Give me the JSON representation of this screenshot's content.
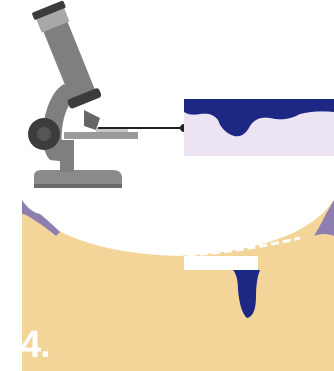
{
  "step": {
    "number": "4."
  },
  "colors": {
    "background": "#ffffff",
    "microscope_gray": "#7f7f7f",
    "microscope_dark": "#3c3c3c",
    "microscope_light": "#a8a8a8",
    "tissue": "#f3d59a",
    "membrane": "#ece3f3",
    "sample_blue": "#1d2784",
    "edge_purple": "#8f7fb0",
    "pointer_line": "#222222"
  },
  "icons": [
    "microscope-icon",
    "magnified-sample-view",
    "tissue-cross-section"
  ]
}
